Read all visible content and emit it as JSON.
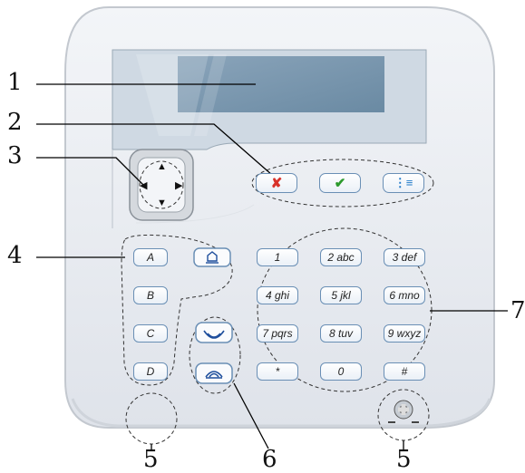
{
  "callouts": [
    "1",
    "2",
    "3",
    "4",
    "5",
    "6",
    "7",
    "5"
  ],
  "function_keys": [
    "A",
    "B",
    "C",
    "D"
  ],
  "numeric_keys": [
    "1",
    "2 abc",
    "3 def",
    "4 ghi",
    "5 jkl",
    "6 mno",
    "7 pqrs",
    "8 tuv",
    "9 wxyz",
    "*",
    "0",
    "#"
  ],
  "action_keys": [
    "✘",
    "✔",
    "⋮≡"
  ],
  "nav_arrows": [
    "▲",
    "▼",
    "◀",
    "▶"
  ],
  "colors": {
    "display": "#7393ac",
    "key_border": "#6a8fb5",
    "cancel": "#d8322a",
    "confirm": "#2c9a2c",
    "menu": "#1e78c8"
  }
}
